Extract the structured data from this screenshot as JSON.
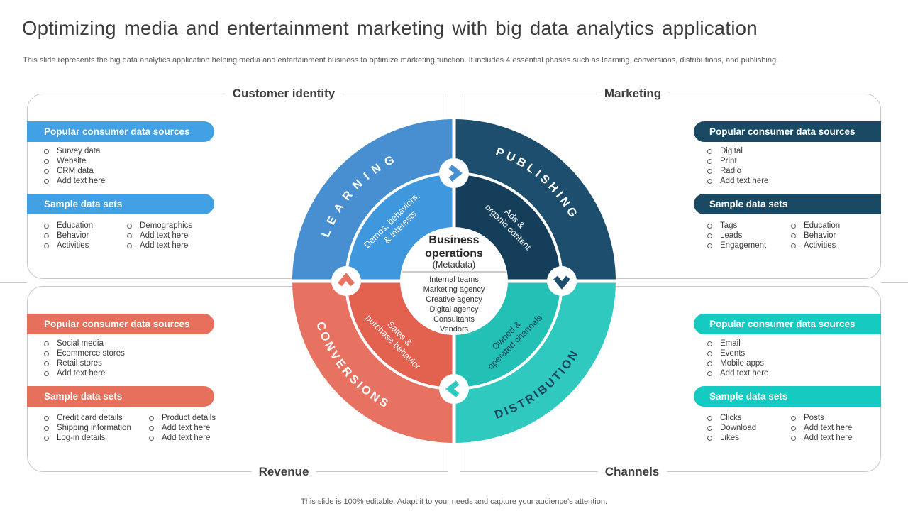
{
  "title": "Optimizing media and entertainment marketing with big data analytics application",
  "subtitle": "This slide represents the big data analytics application helping media and entertainment business to optimize marketing function. It includes 4 essential phases such as learning, conversions, distributions, and publishing.",
  "footer": "This slide is 100% editable. Adapt it to your needs and capture your audience's attention.",
  "panels": {
    "customer_identity": {
      "section_label": "Customer identity",
      "accent": "#41a1e4",
      "sources_header": "Popular consumer data sources",
      "sources": [
        "Survey data",
        "Website",
        "CRM data",
        "Add text here"
      ],
      "sets_header": "Sample data sets",
      "sets_col1": [
        "Education",
        "Behavior",
        "Activities"
      ],
      "sets_col2": [
        "Demographics",
        "Add text here",
        "Add text here"
      ]
    },
    "marketing": {
      "section_label": "Marketing",
      "accent": "#1a4a63",
      "sources_header": "Popular consumer data sources",
      "sources": [
        "Digital",
        "Print",
        "Radio",
        "Add text here"
      ],
      "sets_header": "Sample data sets",
      "sets_col1": [
        "Tags",
        "Leads",
        "Engagement"
      ],
      "sets_col2": [
        "Education",
        "Behavior",
        "Activities"
      ]
    },
    "revenue": {
      "section_label": "Revenue",
      "accent": "#e7705d",
      "sources_header": "Popular consumer data sources",
      "sources": [
        "Social media",
        "Ecommerce stores",
        "Retail stores",
        "Add text here"
      ],
      "sets_header": "Sample data sets",
      "sets_col1": [
        "Credit card details",
        "Shipping information",
        "Log-in details"
      ],
      "sets_col2": [
        "Product details",
        "Add text here",
        "Add text here"
      ]
    },
    "channels": {
      "section_label": "Channels",
      "accent": "#15cac1",
      "sources_header": "Popular consumer data sources",
      "sources": [
        "Email",
        "Events",
        "Mobile apps",
        "Add text here"
      ],
      "sets_header": "Sample data sets",
      "sets_col1": [
        "Clicks",
        "Download",
        "Likes"
      ],
      "sets_col2": [
        "Posts",
        "Add text here",
        "Add text here"
      ]
    }
  },
  "diagram": {
    "quadrants": [
      {
        "label": "LEARNING",
        "color_outer": "#478fd0",
        "color_inner": "#3f97dd",
        "label_color": "#ffffff",
        "inner_line1": "Demos, behaviors,",
        "inner_line2": "& interests",
        "inner_text_color": "#ffffff"
      },
      {
        "label": "PUBLISHING",
        "color_outer": "#1d4e6e",
        "color_inner": "#143e5a",
        "label_color": "#ffffff",
        "inner_line1": "Ads &",
        "inner_line2": "organic content",
        "inner_text_color": "#ffffff"
      },
      {
        "label": "DISTRIBUTION",
        "color_outer": "#30c9bf",
        "color_inner": "#23c0b5",
        "label_color": "#17455f",
        "inner_line1": "Owned &",
        "inner_line2": "operated channels",
        "inner_text_color": "#14455c"
      },
      {
        "label": "CONVERSIONS",
        "color_outer": "#e87262",
        "color_inner": "#e2614f",
        "label_color": "#ffffff",
        "inner_line1": "Sales &",
        "inner_line2": "purchase behavior",
        "inner_text_color": "#ffffff"
      }
    ],
    "arrows": [
      {
        "name": "learning-to-publishing",
        "direction": "right",
        "color": "#478fd0"
      },
      {
        "name": "publishing-to-distribution",
        "direction": "down",
        "color": "#1d4e6e"
      },
      {
        "name": "distribution-to-conversions",
        "direction": "left",
        "color": "#30c9bf"
      },
      {
        "name": "conversions-to-learning",
        "direction": "up",
        "color": "#e87262"
      }
    ],
    "center": {
      "title_line1": "Business",
      "title_line2": "operations",
      "subtitle": "(Metadata)",
      "items": [
        "Internal teams",
        "Marketing agency",
        "Creative agency",
        "Digital agency",
        "Consultants",
        "Vendors"
      ]
    }
  }
}
